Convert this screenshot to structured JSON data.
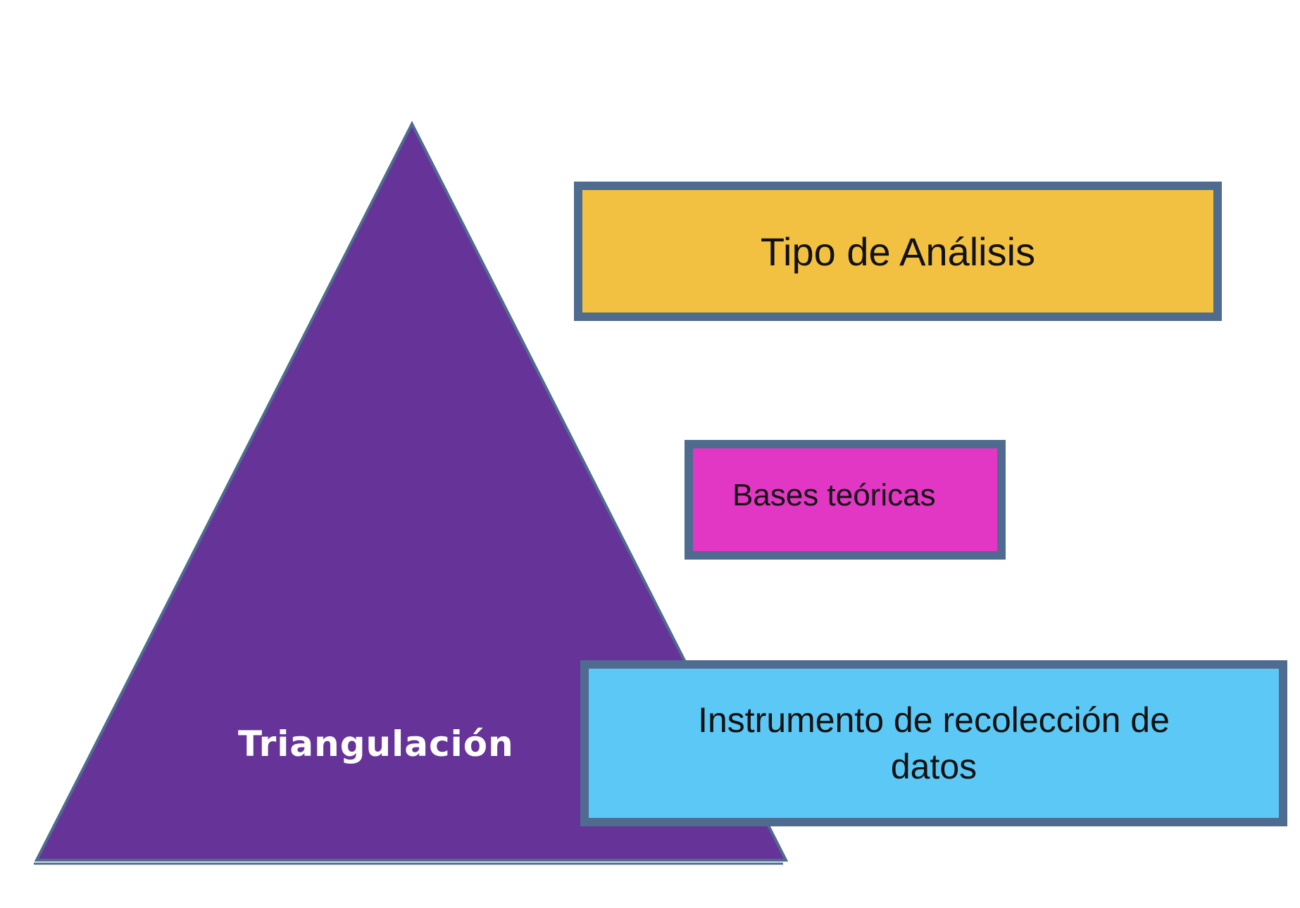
{
  "diagram": {
    "triangle": {
      "label": "Triangulación",
      "fill": "#663399"
    },
    "boxes": {
      "analysis": {
        "label": "Tipo de Análisis",
        "fill": "#f2c142"
      },
      "theory": {
        "label": "Bases teóricas",
        "fill": "#e236c4"
      },
      "instrument": {
        "label": "Instrumento de recolección de datos",
        "fill": "#5bc8f5"
      }
    },
    "border_color": "#4f6b8f"
  }
}
